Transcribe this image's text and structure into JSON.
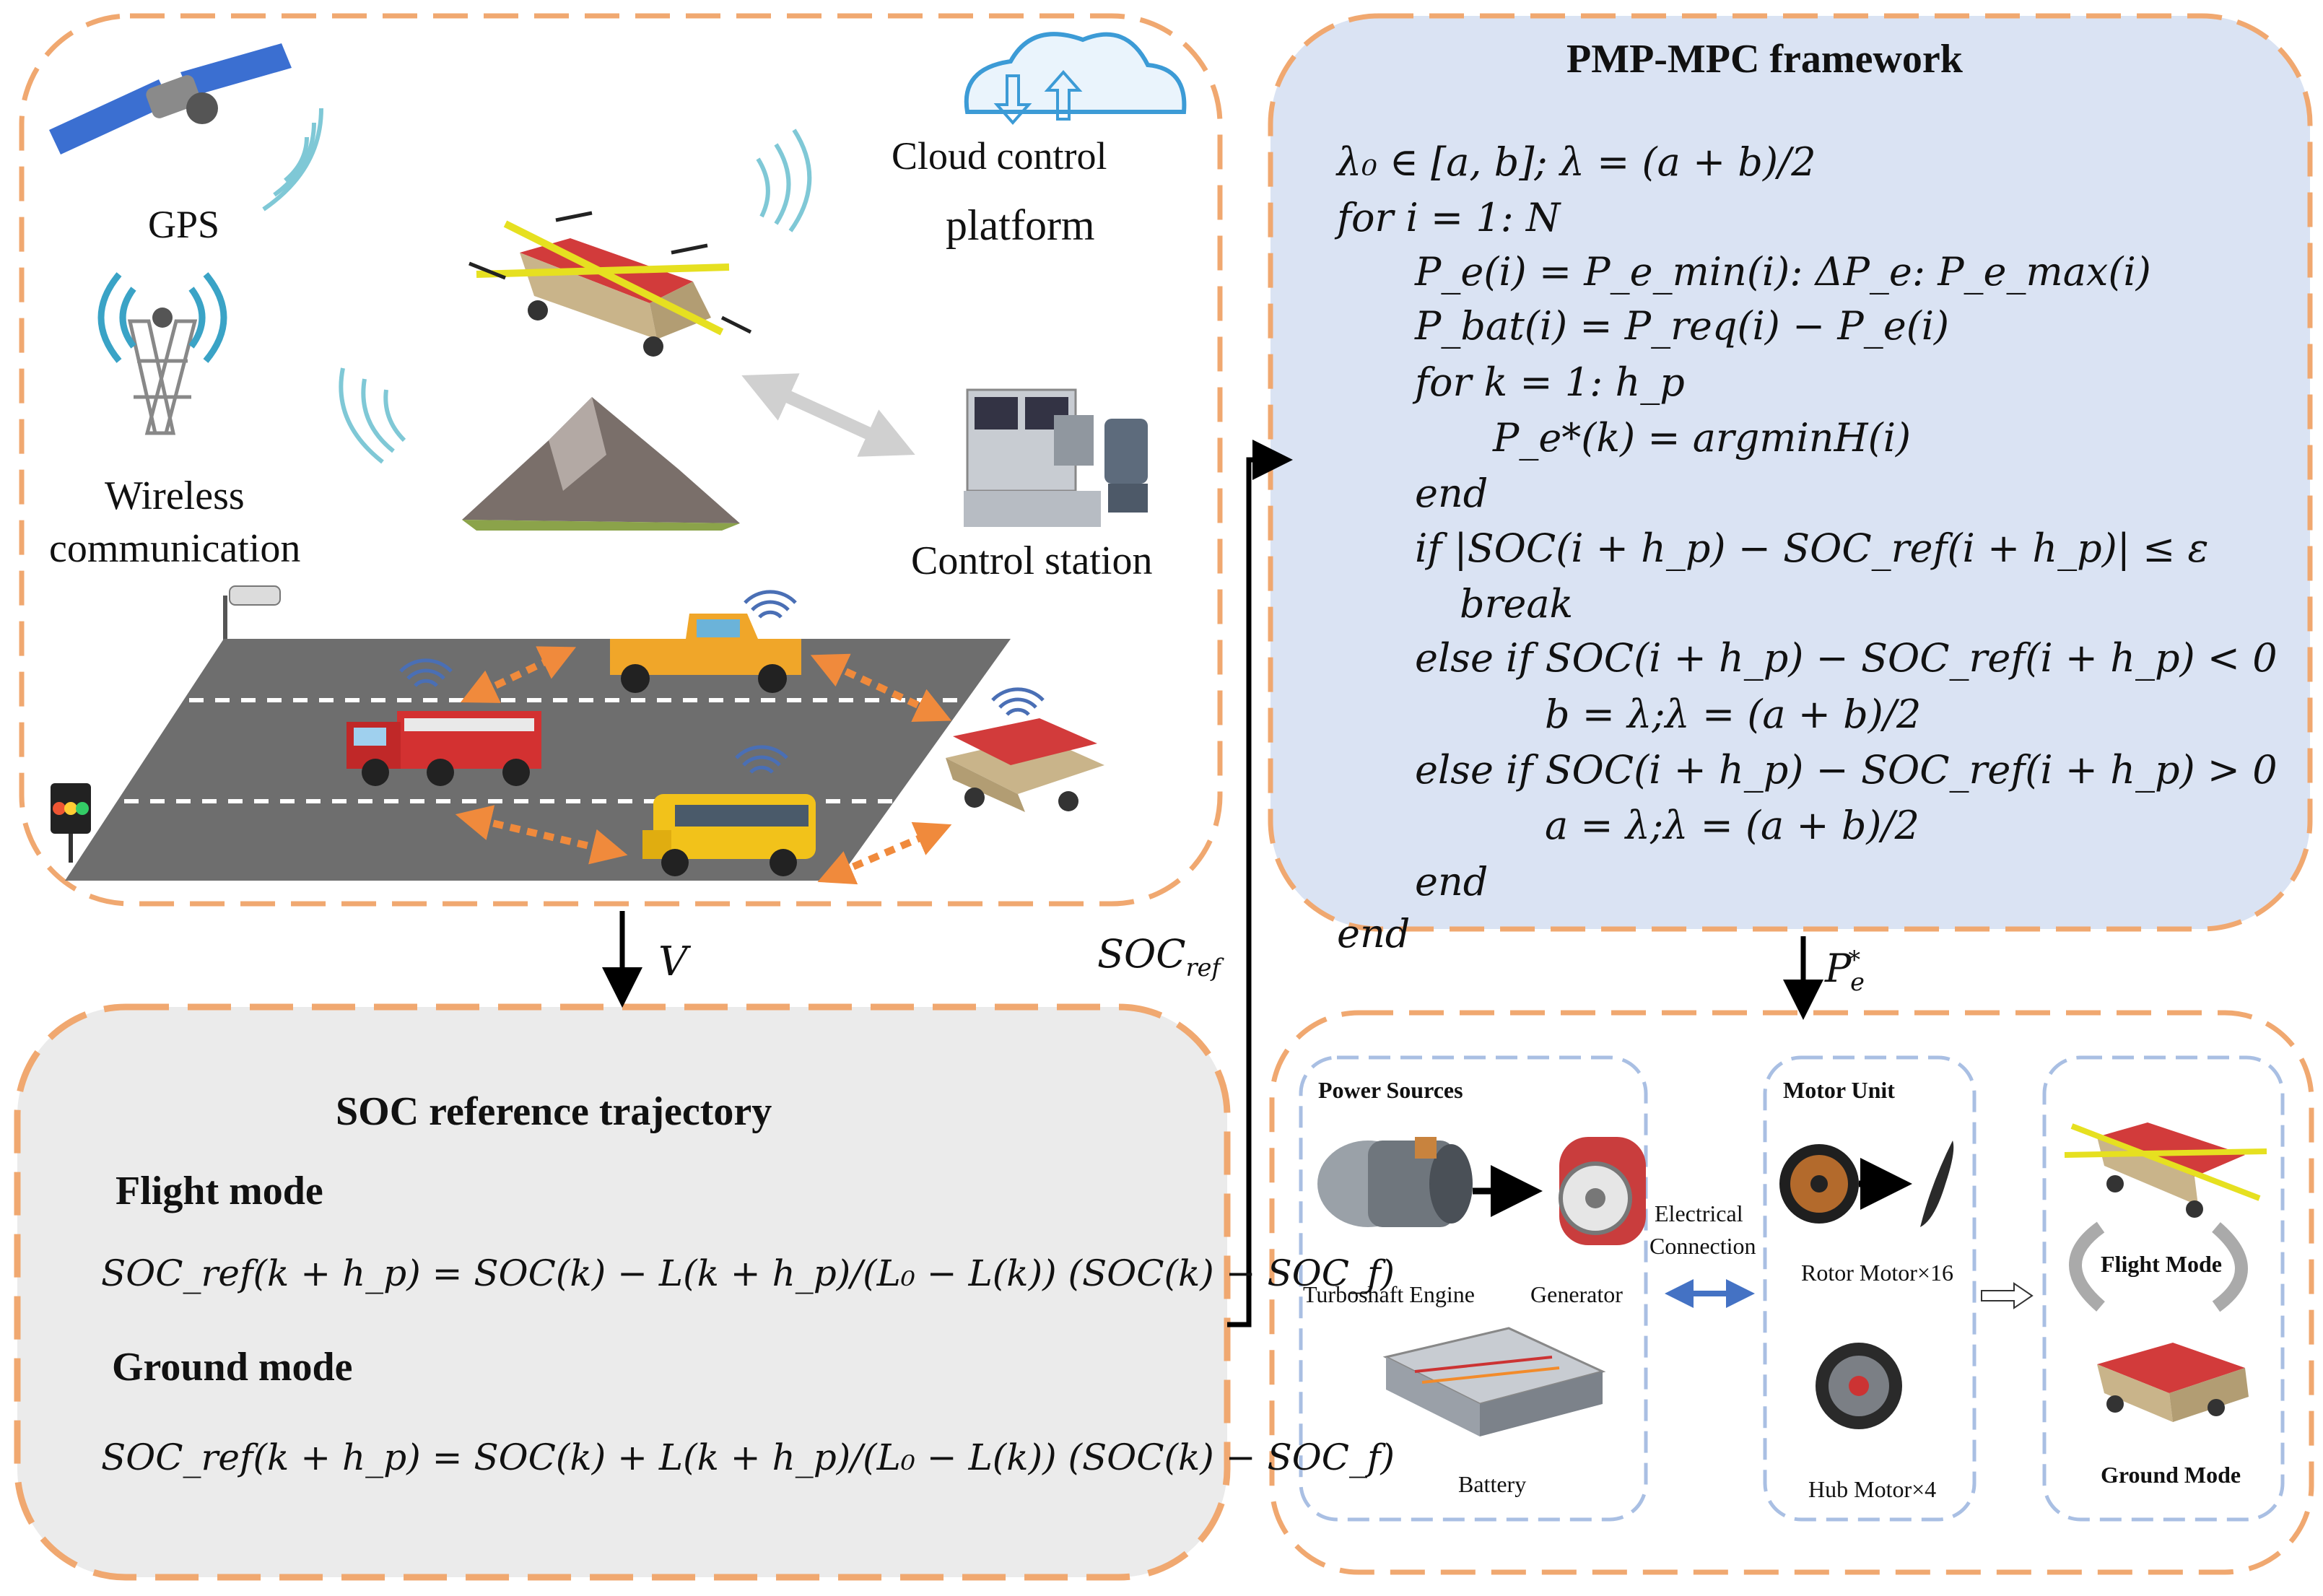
{
  "scene": {
    "gps_label": "GPS",
    "cloud_label_line1": "Cloud control",
    "cloud_label_line2": "platform",
    "wireless_label_line1": "Wireless",
    "wireless_label_line2": "communication",
    "control_station_label": "Control station"
  },
  "arrows": {
    "v_label": "V",
    "soc_ref_label": "SOC",
    "soc_ref_sub": "ref",
    "pe_label": "P",
    "pe_sub": "e",
    "pe_sup": "*"
  },
  "pmp": {
    "title": "PMP-MPC framework",
    "lines": [
      "λ₀ ∈ [a, b]; λ = (a + b)/2",
      "for  i = 1: N",
      "P_e(i) = P_e_min(i): ΔP_e: P_e_max(i)",
      "P_bat(i) = P_req(i) − P_e(i)",
      "for   k = 1: h_p",
      "P_e*(k) = argminH(i)",
      "end",
      "if  |SOC(i + h_p) − SOC_ref(i + h_p)| ≤ ε",
      "break",
      "else if  SOC(i + h_p) − SOC_ref(i + h_p) < 0",
      "b = λ;λ = (a + b)/2",
      "else if  SOC(i + h_p) − SOC_ref(i + h_p) > 0",
      "a = λ;λ = (a + b)/2",
      "end",
      "end"
    ]
  },
  "soc": {
    "title": "SOC  reference trajectory",
    "flight_mode": "Flight mode",
    "ground_mode": "Ground mode",
    "eq_flight": "SOC_ref(k + h_p) = SOC(k) − L(k + h_p)/(L₀ − L(k)) (SOC(k) − SOC_f)",
    "eq_ground": "SOC_ref(k + h_p) = SOC(k) + L(k + h_p)/(L₀ − L(k)) (SOC(k) − SOC_f)"
  },
  "powertrain": {
    "power_sources": "Power Sources",
    "turboshaft": "Turboshaft Engine",
    "generator": "Generator",
    "battery": "Battery",
    "electrical_1": "Electrical",
    "electrical_2": "Connection",
    "motor_unit": "Motor Unit",
    "rotor_motor": "Rotor Motor×16",
    "hub_motor": "Hub Motor×4",
    "flight_mode": "Flight Mode",
    "ground_mode": "Ground Mode"
  },
  "colors": {
    "orange_dash": "#f0a870",
    "blue_panel": "#dae3f3",
    "gray_panel": "#ebebeb",
    "blue_dash": "#a9bfe3",
    "road": "#6e6e6e",
    "blue_arrow": "#4472c4",
    "orange_arrow": "#f08a3c"
  }
}
